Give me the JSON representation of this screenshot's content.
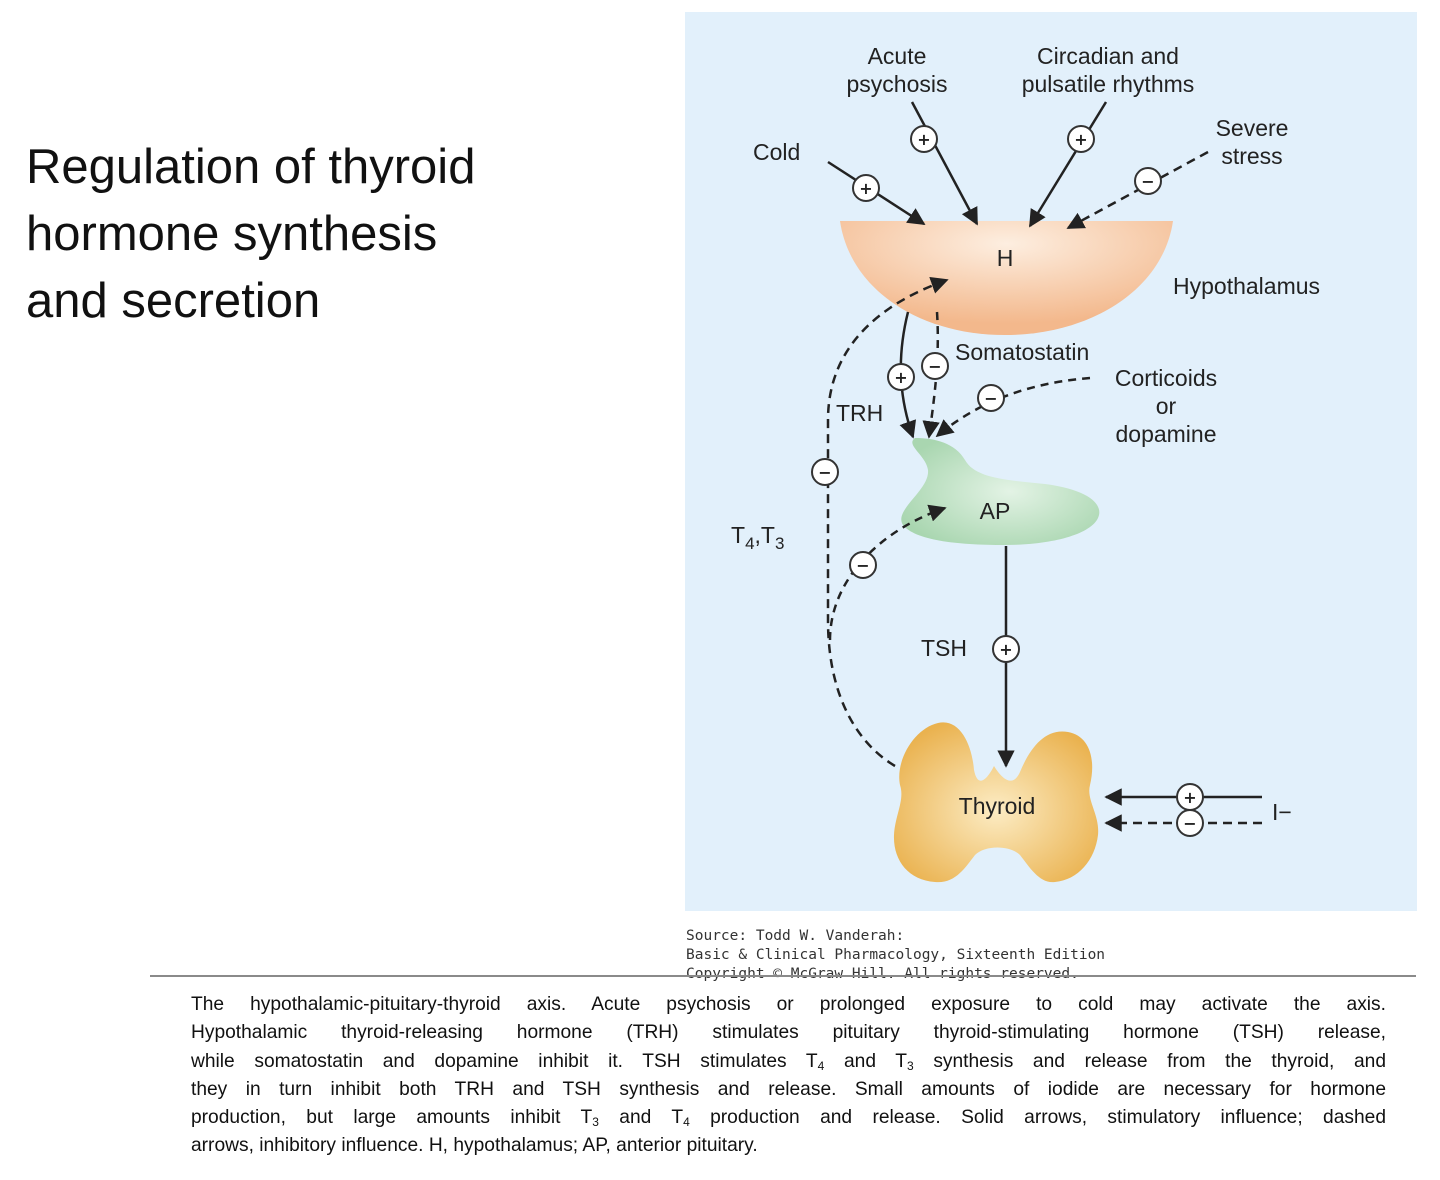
{
  "slide": {
    "title_lines": [
      "Regulation of thyroid",
      "hormone synthesis",
      "and secretion"
    ]
  },
  "diagram": {
    "glands": {
      "hypothalamus_abbrev": "H",
      "hypothalamus_name": "Hypothalamus",
      "pituitary_abbrev": "AP",
      "thyroid_name": "Thyroid"
    },
    "inputs": {
      "cold": "Cold",
      "acute_psychosis_line1": "Acute",
      "acute_psychosis_line2": "psychosis",
      "circadian_line1": "Circadian and",
      "circadian_line2": "pulsatile rhythms",
      "stress_line1": "Severe",
      "stress_line2": "stress"
    },
    "hormones": {
      "somatostatin": "Somatostatin",
      "corticoids_line1": "Corticoids",
      "corticoids_line2": "or",
      "corticoids_line3": "dopamine",
      "trh": "TRH",
      "tsh": "TSH",
      "t4t3_t": "T",
      "t4t3_sub4": "4",
      "t4t3_sep": ",T",
      "t4t3_sub3": "3",
      "iodide": "I−"
    },
    "signs": {
      "plus": "+",
      "minus": "−"
    },
    "colors": {
      "panel": "#e2f0fb",
      "hypothalamus": "#f5c29a",
      "pituitary": "#bfe1c4",
      "thyroid": "#f2c570",
      "arrow": "#222222"
    }
  },
  "source": {
    "line1": "Source: Todd W. Vanderah:",
    "line2": "Basic & Clinical Pharmacology, Sixteenth Edition",
    "line3": "Copyright © McGraw Hill. All rights reserved."
  },
  "caption": {
    "l1": "The hypothalamic-pituitary-thyroid axis. Acute psychosis or prolonged exposure to cold may activate the axis.",
    "l2": "Hypothalamic thyroid-releasing hormone (TRH) stimulates pituitary thyroid-stimulating hormone (TSH) release,",
    "l3a": "while somatostatin and dopamine inhibit it. TSH stimulates T",
    "l3s1": "4",
    "l3b": " and T",
    "l3s2": "3",
    "l3c": " synthesis and release from the thyroid, and",
    "l4": "they in turn inhibit both TRH and TSH synthesis and release. Small amounts of iodide are necessary for hormone",
    "l5a": "production, but large amounts inhibit T",
    "l5s1": "3",
    "l5b": " and T",
    "l5s2": "4",
    "l5c": " production and release. Solid arrows, stimulatory influence; dashed",
    "l6": "arrows, inhibitory influence. H, hypothalamus; AP, anterior pituitary."
  }
}
